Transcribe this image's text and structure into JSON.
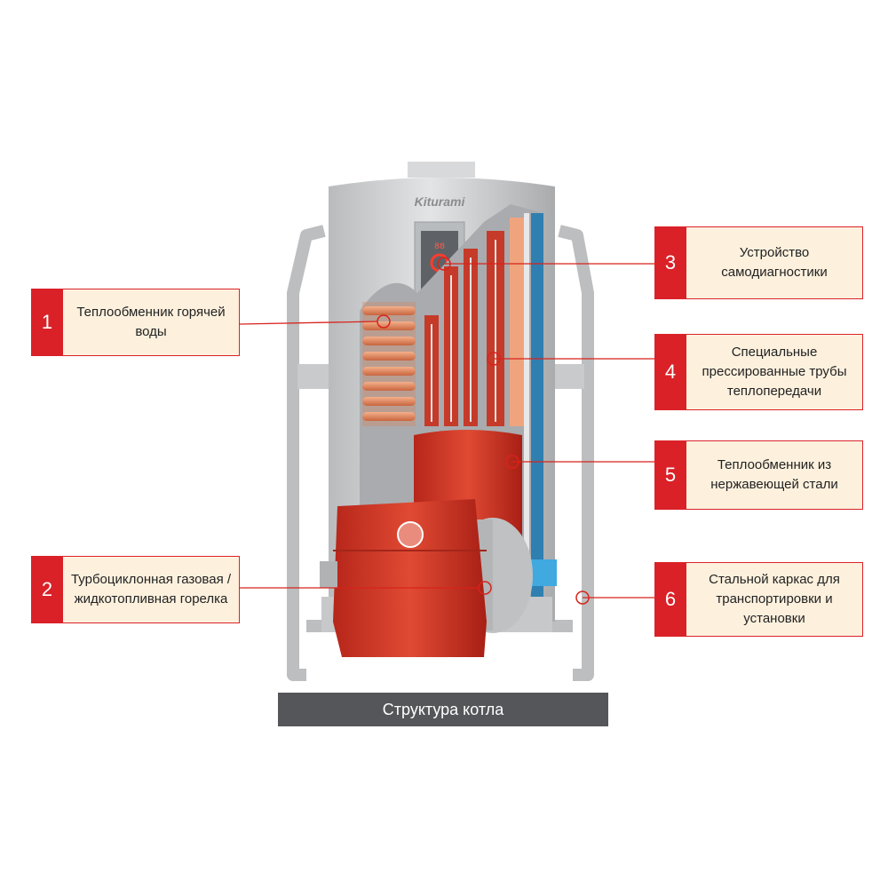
{
  "brand": "Kiturami",
  "display_digits": "88",
  "caption": "Структура котла",
  "callouts": [
    {
      "num": "1",
      "text": "Теплообменник горячей\nводы"
    },
    {
      "num": "2",
      "text": "Турбоциклонная газовая /\nжидкотопливная горелка"
    },
    {
      "num": "3",
      "text": "Устройство\nсамодиагностики"
    },
    {
      "num": "4",
      "text": "Специальные\nпрессированные трубы\nтеплопередачи"
    },
    {
      "num": "5",
      "text": "Теплообменник из\nнержавеющей стали"
    },
    {
      "num": "6",
      "text": "Стальной каркас для\nтранспортировки и\nустановки"
    }
  ],
  "colors": {
    "accent": "#da2128",
    "label_bg": "#fdf1de",
    "caption_bg": "#55565a",
    "boiler_body": "#d3d5d6",
    "burner": "#d8321f"
  }
}
